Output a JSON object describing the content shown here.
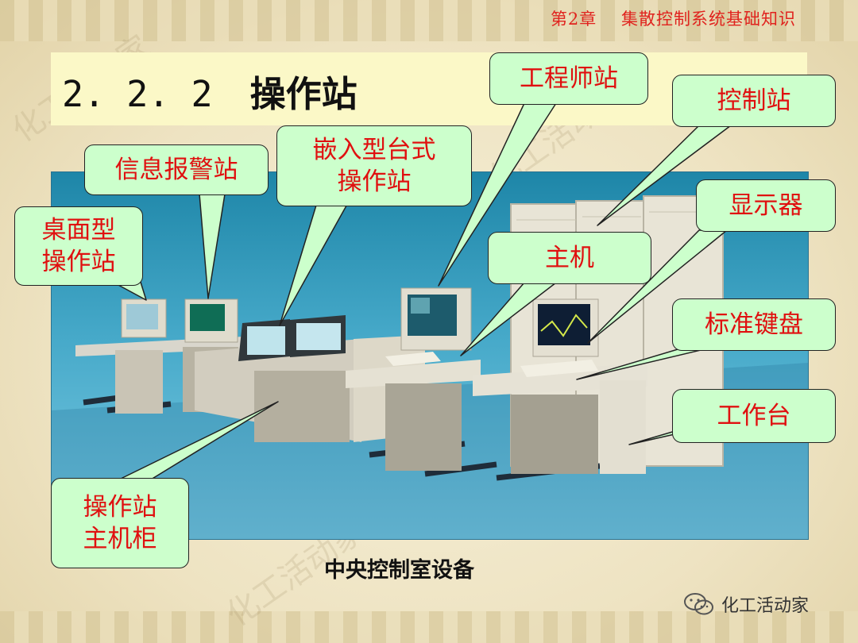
{
  "header": {
    "chapter": "第2章    集散控制系统基础知识"
  },
  "slide": {
    "section_number": "2. 2. 2",
    "section_title": "操作站",
    "caption": "中央控制室设备"
  },
  "callouts": {
    "engineer_station": "工程师站",
    "control_station": "控制站",
    "info_alarm_station": "信息报警站",
    "embedded_desk_station": "嵌入型台式\n操作站",
    "desktop_station": "桌面型\n操作站",
    "display": "显示器",
    "host": "主机",
    "keyboard": "标准键盘",
    "workbench": "工作台",
    "station_cabinet": "操作站\n主机柜"
  },
  "watermark": {
    "text": "化工活动家"
  },
  "brand": {
    "name": "化工活动家",
    "icon": "wechat-icon"
  },
  "colors": {
    "callout_fill": "#ccffcc",
    "callout_text": "#e01010",
    "title_bar": "#fbf8c7",
    "chapter_text": "#e0231e"
  }
}
